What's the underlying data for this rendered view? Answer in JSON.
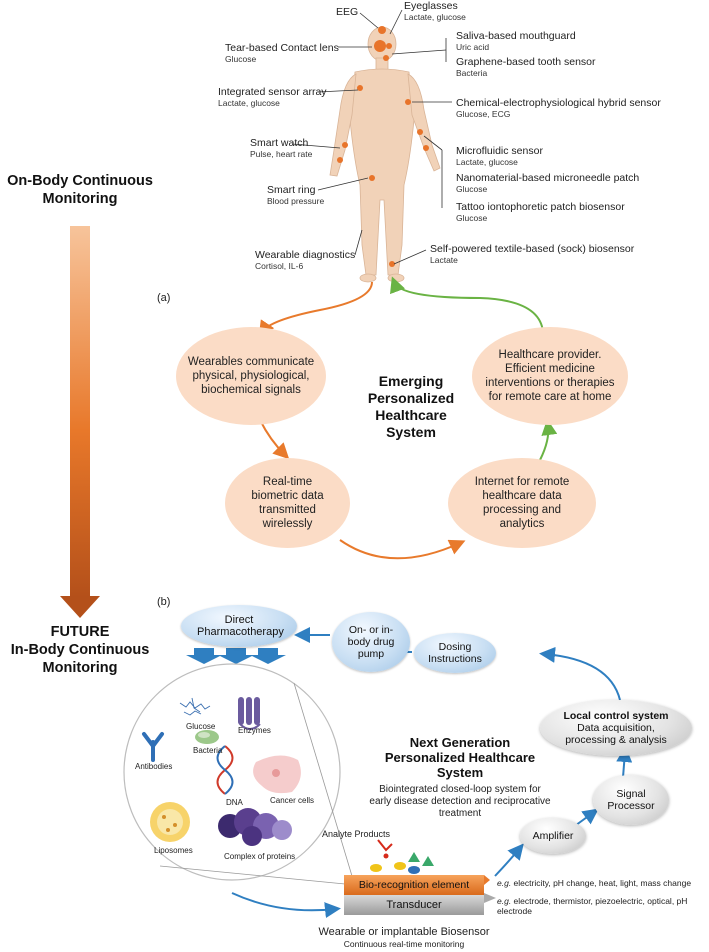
{
  "side": {
    "top_title_line1": "On-Body Continuous",
    "top_title_line2": "Monitoring",
    "bottom_title_line1": "FUTURE",
    "bottom_title_line2": "In-Body Continuous",
    "bottom_title_line3": "Monitoring"
  },
  "sensors": {
    "eeg": "EEG",
    "eyeglasses": "Eyeglasses",
    "eyeglasses_sub": "Lactate, glucose",
    "contact_lens": "Tear-based Contact lens",
    "contact_lens_sub": "Glucose",
    "mouthguard": "Saliva-based mouthguard",
    "mouthguard_sub": "Uric acid",
    "tooth": "Graphene-based tooth sensor",
    "tooth_sub": "Bacteria",
    "array": "Integrated sensor array",
    "array_sub": "Lactate, glucose",
    "hybrid": "Chemical-electrophysiological hybrid sensor",
    "hybrid_sub": "Glucose, ECG",
    "watch": "Smart watch",
    "watch_sub": "Pulse, heart rate",
    "microfluidic": "Microfluidic sensor",
    "microfluidic_sub": "Lactate, glucose",
    "microneedle": "Nanomaterial-based microneedle patch",
    "microneedle_sub": "Glucose",
    "ring": "Smart ring",
    "ring_sub": "Blood pressure",
    "tattoo": "Tattoo iontophoretic patch biosensor",
    "tattoo_sub": "Glucose",
    "diagnostics": "Wearable diagnostics",
    "diagnostics_sub": "Cortisol, IL-6",
    "sock": "Self-powered textile-based (sock) biosensor",
    "sock_sub": "Lactate"
  },
  "panel_a": {
    "label": "(a)",
    "wearables": "Wearables communicate physical, physiological, biochemical signals",
    "provider": "Healthcare provider. Efficient medicine interventions or therapies for remote care at home",
    "realtime": "Real-time biometric data transmitted wirelessly",
    "internet": "Internet for remote healthcare data processing and analytics",
    "center_line1": "Emerging",
    "center_line2": "Personalized",
    "center_line3": "Healthcare",
    "center_line4": "System"
  },
  "panel_b": {
    "label": "(b)",
    "direct": "Direct Pharmacotherapy",
    "pump": "On- or in-body drug pump",
    "dosing": "Dosing Instructions",
    "local_title": "Local control system",
    "local_sub": "Data acquisition, processing & analysis",
    "signal": "Signal Processor",
    "amplifier": "Amplifier",
    "next_line1": "Next Generation",
    "next_line2": "Personalized Healthcare",
    "next_line3": "System",
    "next_desc": "Biointegrated closed-loop system for early disease detection and reciprocative treatment",
    "analyte": "Analyte Products",
    "bio_element": "Bio-recognition element",
    "transducer": "Transducer",
    "eg1_prefix": "e.g.",
    "eg1": " electricity, pH change, heat, light, mass change",
    "eg2_prefix": "e.g.",
    "eg2": " electrode, thermistor, piezoelectric, optical, pH electrode",
    "biosensor_title": "Wearable or implantable Biosensor",
    "biosensor_sub": "Continuous real-time monitoring",
    "circle": {
      "glucose": "Glucose",
      "enzymes": "Enzymes",
      "antibodies": "Antibodies",
      "bacteria": "Bacteria",
      "dna": "DNA",
      "cancer": "Cancer cells",
      "liposomes": "Liposomes",
      "complex": "Complex of proteins"
    }
  },
  "colors": {
    "orange": "#e87a2c",
    "green": "#6ab344",
    "blue": "#2f7fc1",
    "ellipse_fill": "#fbdcc6",
    "sensor_dot": "#e8742a"
  }
}
